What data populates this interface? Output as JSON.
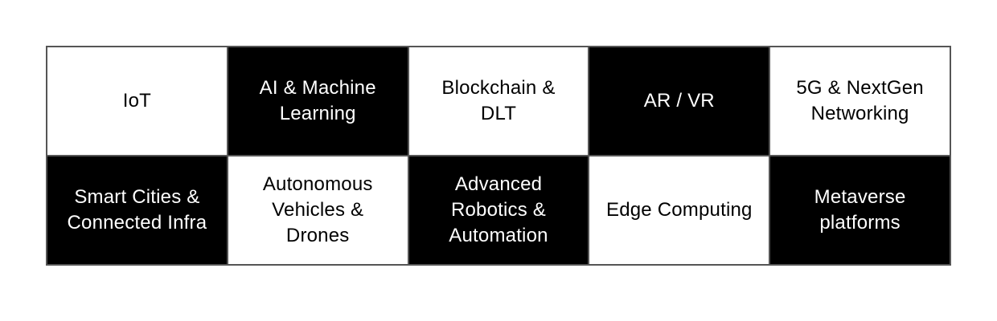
{
  "grid": {
    "description": "Emerging technologies matrix",
    "colors": {
      "cell_dark_bg": "#000000",
      "cell_light_bg": "#ffffff",
      "cell_dark_text": "#ffffff",
      "cell_light_text": "#000000",
      "border": "#555555",
      "page_bg": "#ffffff"
    },
    "rows": [
      {
        "cells": [
          {
            "label": "IoT",
            "variant": "light"
          },
          {
            "label": "AI & Machine Learning",
            "variant": "dark"
          },
          {
            "label": "Blockchain & DLT",
            "variant": "light"
          },
          {
            "label": "AR / VR",
            "variant": "dark"
          },
          {
            "label": "5G & NextGen Networking",
            "variant": "light"
          }
        ]
      },
      {
        "cells": [
          {
            "label": "Smart Cities & Connected Infra",
            "variant": "dark"
          },
          {
            "label": "Autonomous Vehicles & Drones",
            "variant": "light"
          },
          {
            "label": "Advanced Robotics & Automation",
            "variant": "dark"
          },
          {
            "label": "Edge Computing",
            "variant": "light"
          },
          {
            "label": "Metaverse platforms",
            "variant": "dark"
          }
        ]
      }
    ]
  }
}
